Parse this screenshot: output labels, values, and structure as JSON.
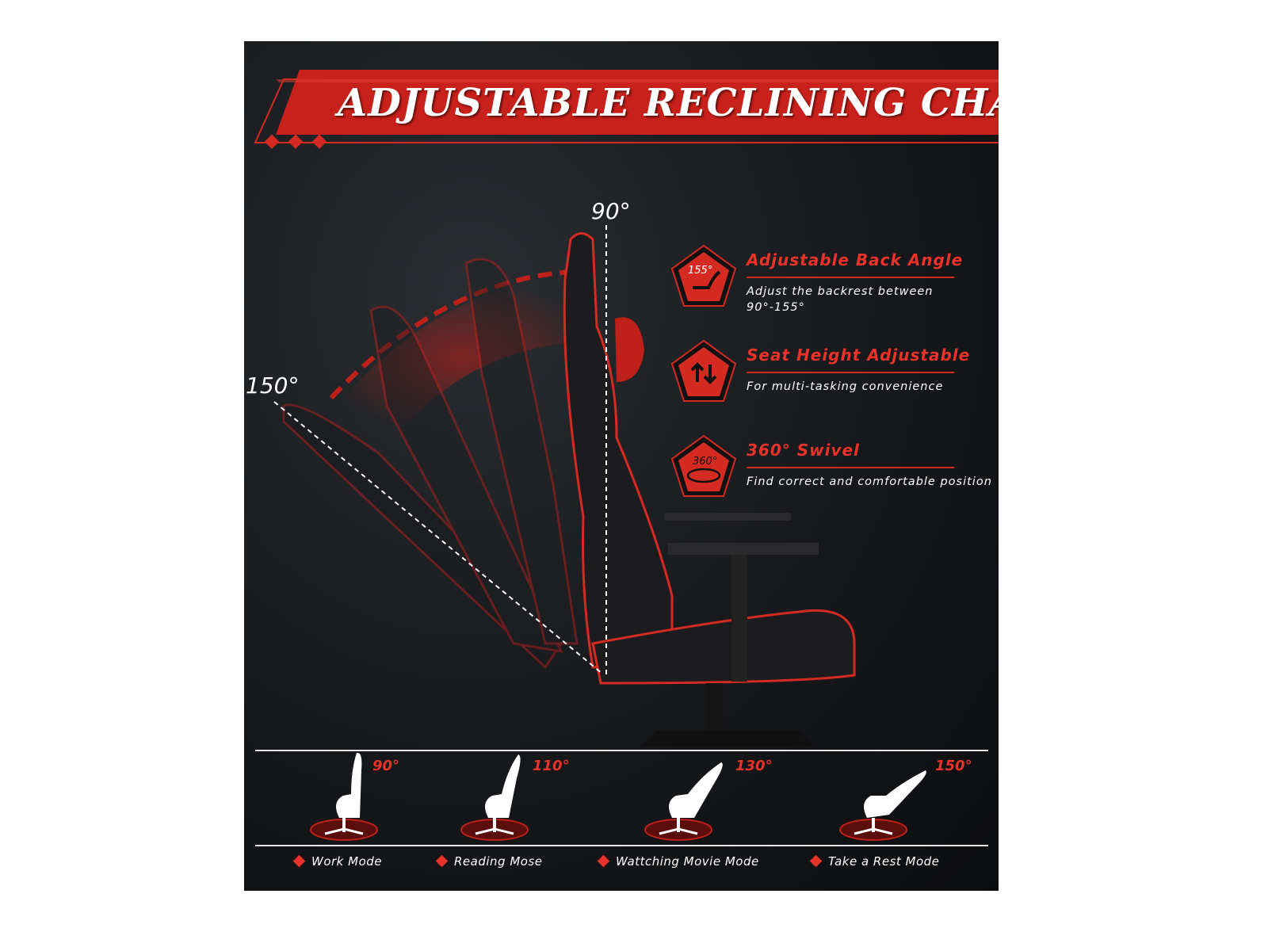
{
  "title": "ADJUSTABLE RECLINING CHAIR",
  "angles": {
    "upright": "90°",
    "recline": "150°"
  },
  "features": [
    {
      "icon": "backrest-angle-icon",
      "icon_text": "155°",
      "heading": "Adjustable Back Angle",
      "description": "Adjust the backrest between 90°-155°"
    },
    {
      "icon": "up-down-arrows-icon",
      "icon_text": "",
      "heading": "Seat Height Adjustable",
      "description": "For multi-tasking convenience"
    },
    {
      "icon": "swivel-360-icon",
      "icon_text": "360°",
      "heading": "360° Swivel",
      "description": "Find correct and comfortable position"
    }
  ],
  "modes": [
    {
      "angle": "90°",
      "label": "Work Mode"
    },
    {
      "angle": "110°",
      "label": "Reading Mose"
    },
    {
      "angle": "130°",
      "label": "Wattching Movie Mode"
    },
    {
      "angle": "150°",
      "label": "Take a Rest Mode"
    }
  ],
  "colors": {
    "accent": "#e8322a",
    "background": "#16181b"
  }
}
